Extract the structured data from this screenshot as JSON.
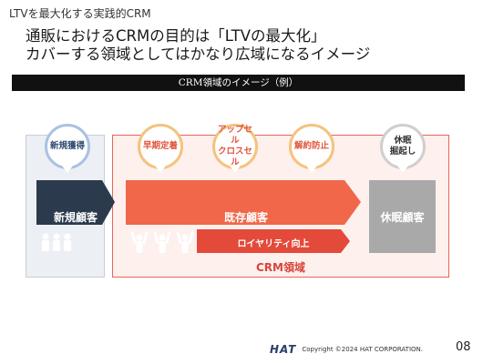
{
  "header": {
    "section": "LTVを最大化する実践的CRM"
  },
  "title": {
    "line1": "通販におけるCRMの目的は「LTVの最大化」",
    "line2": "カバーする領域としてはかなり広域になるイメージ"
  },
  "banner": {
    "text": "CRM領域のイメージ（例）"
  },
  "bubbles": [
    {
      "line1": "新規獲得",
      "line2": ""
    },
    {
      "line1": "早期定着",
      "line2": ""
    },
    {
      "line1": "アップセル",
      "line2": "クロスセル"
    },
    {
      "line1": "解約防止",
      "line2": ""
    },
    {
      "line1": "休眠",
      "line2": "掘起し"
    }
  ],
  "stages": {
    "new": "新規顧客",
    "existing": "既存顧客",
    "dormant": "休眠顧客",
    "loyalty": "ロイヤリティ向上"
  },
  "crm_area_label": "CRM領域",
  "colors": {
    "navy": "#2b3a4d",
    "orange": "#f0674a",
    "red": "#e34a3a",
    "gray": "#a9a9a9",
    "crm_border": "#e8645a"
  },
  "footer": {
    "logo": "HAT",
    "copyright": "Copyright ©2024 HAT CORPORATION.",
    "page": "08"
  }
}
